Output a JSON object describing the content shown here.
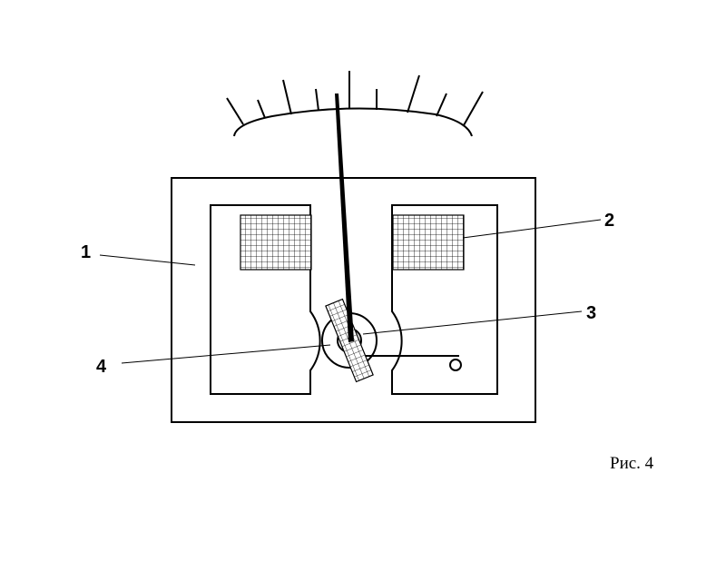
{
  "labels": {
    "l1": "1",
    "l2": "2",
    "l3": "3",
    "l4": "4"
  },
  "caption": "Рис. 4",
  "colors": {
    "ink": "#000000",
    "background": "#ffffff"
  }
}
